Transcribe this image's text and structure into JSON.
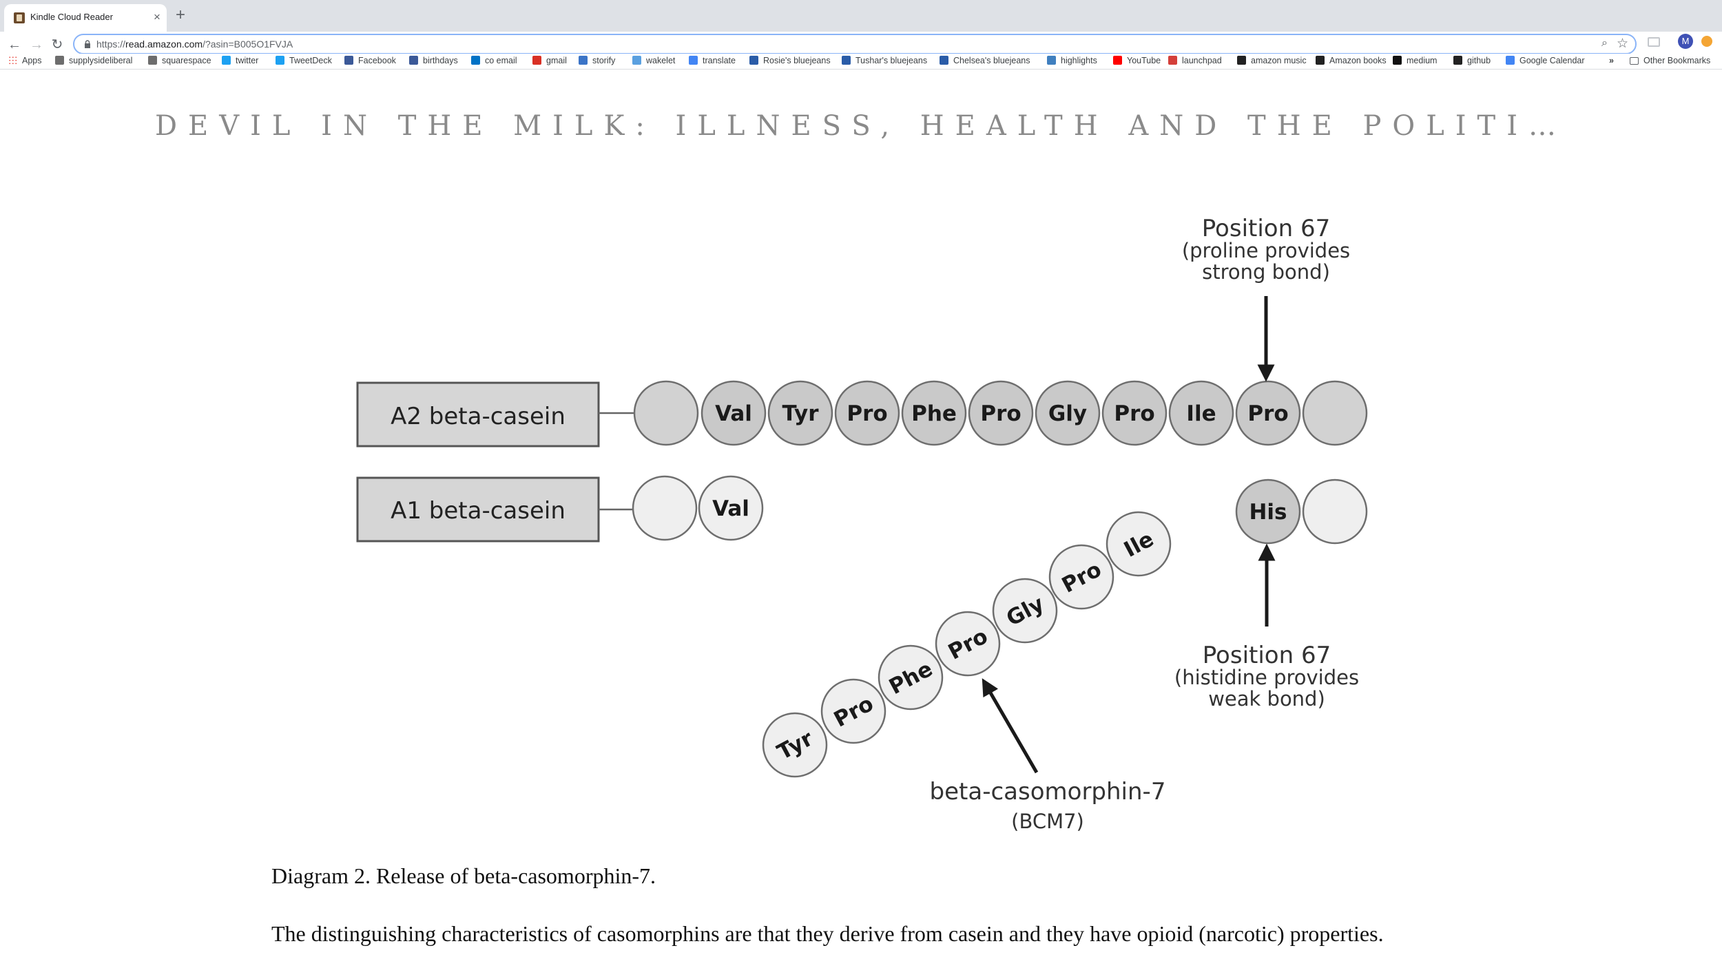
{
  "browser": {
    "tab_title": "Kindle Cloud Reader",
    "tab_close": "×",
    "new_tab": "+",
    "url_scheme": "https://",
    "url_host": "read.amazon.com",
    "url_path": "/?asin=B005O1FVJA",
    "profile_initial": "M",
    "nav": {
      "back": "←",
      "forward": "→",
      "reload": "↻"
    },
    "bookmarks": [
      {
        "label": "Apps",
        "icon": "apps-grid-icon"
      },
      {
        "label": "supplysideliberal",
        "icon": "site-icon"
      },
      {
        "label": "squarespace",
        "icon": "site-icon"
      },
      {
        "label": "twitter",
        "icon": "twitter-icon"
      },
      {
        "label": "TweetDeck",
        "icon": "tweetdeck-icon"
      },
      {
        "label": "Facebook",
        "icon": "facebook-icon"
      },
      {
        "label": "birthdays",
        "icon": "facebook-icon"
      },
      {
        "label": "co email",
        "icon": "outlook-icon"
      },
      {
        "label": "gmail",
        "icon": "gmail-icon"
      },
      {
        "label": "storify",
        "icon": "storify-icon"
      },
      {
        "label": "wakelet",
        "icon": "wakelet-icon"
      },
      {
        "label": "translate",
        "icon": "translate-icon"
      },
      {
        "label": "Rosie's bluejeans",
        "icon": "bluejeans-icon"
      },
      {
        "label": "Tushar's bluejeans",
        "icon": "bluejeans-icon"
      },
      {
        "label": "Chelsea's bluejeans",
        "icon": "bluejeans-icon"
      },
      {
        "label": "highlights",
        "icon": "kindle-icon"
      },
      {
        "label": "YouTube",
        "icon": "youtube-icon"
      },
      {
        "label": "launchpad",
        "icon": "launchpad-icon"
      },
      {
        "label": "amazon music",
        "icon": "amazon-icon"
      },
      {
        "label": "Amazon books",
        "icon": "amazon-icon"
      },
      {
        "label": "medium",
        "icon": "medium-icon"
      },
      {
        "label": "github",
        "icon": "github-icon"
      },
      {
        "label": "Google Calendar",
        "icon": "calendar-icon"
      }
    ],
    "bookmarks_overflow": "»",
    "other_bookmarks": "Other Bookmarks"
  },
  "page": {
    "book_title": "DEVIL IN THE MILK: ILLNESS, HEALTH AND THE POLITI…",
    "diagram": {
      "a2_label": "A2 beta-casein",
      "a1_label": "A1 beta-casein",
      "a2_chain": [
        "",
        "Val",
        "Tyr",
        "Pro",
        "Phe",
        "Pro",
        "Gly",
        "Pro",
        "Ile",
        "Pro",
        ""
      ],
      "a1_chain_start": [
        "",
        "Val"
      ],
      "a1_chain_end": [
        "His",
        ""
      ],
      "released_chain": [
        "Tyr",
        "Pro",
        "Phe",
        "Pro",
        "Gly",
        "Pro",
        "Ile"
      ],
      "position_top": [
        "Position 67",
        "(proline provides",
        "strong bond)"
      ],
      "position_bottom": [
        "Position 67",
        "(histidine provides",
        "weak bond)"
      ],
      "bcm7_label": [
        "beta-casomorphin-7",
        "(BCM7)"
      ]
    },
    "caption": "Diagram 2. Release of beta-casomorphin-7.",
    "paragraph": "The distinguishing characteristics of casomorphins are that they derive from casein and they have opioid (narcotic) properties."
  },
  "colors": {
    "bead_fill": "#c9c9c9",
    "bead_light": "#efefef",
    "bead_stroke": "#6e6e6e",
    "box_fill": "#d6d6d6",
    "title_gray": "#8a8a8a",
    "omnibox_focus": "#8ab4f8"
  }
}
